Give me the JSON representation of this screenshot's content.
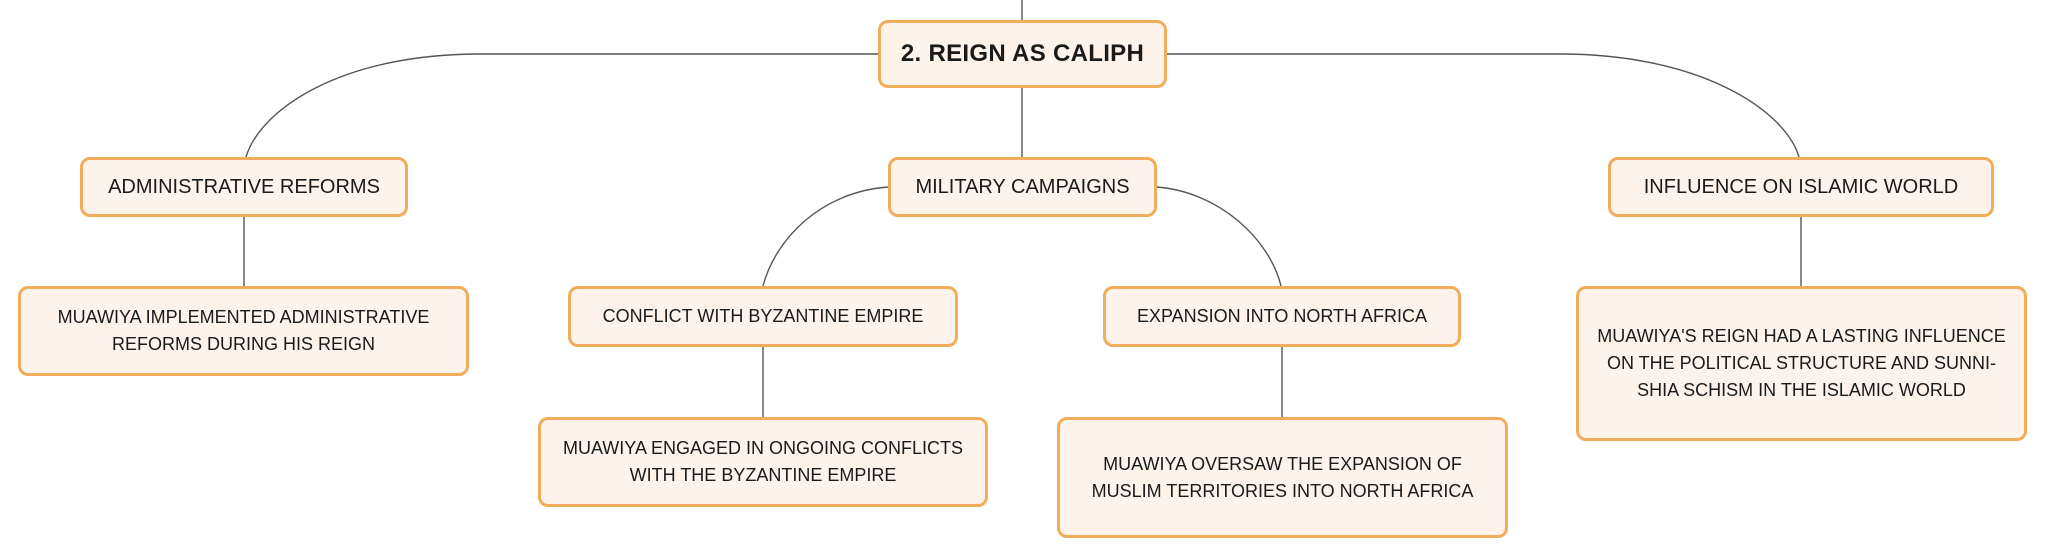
{
  "diagram": {
    "root": {
      "label": "2. REIGN AS CALIPH"
    },
    "branches": [
      {
        "label": "ADMINISTRATIVE REFORMS",
        "children": [
          {
            "label": "MUAWIYA IMPLEMENTED ADMINISTRATIVE REFORMS DURING HIS REIGN"
          }
        ]
      },
      {
        "label": "MILITARY CAMPAIGNS",
        "children": [
          {
            "label": "CONFLICT WITH BYZANTINE EMPIRE",
            "children": [
              {
                "label": "MUAWIYA ENGAGED IN ONGOING CONFLICTS WITH THE BYZANTINE EMPIRE"
              }
            ]
          },
          {
            "label": "EXPANSION INTO NORTH AFRICA",
            "children": [
              {
                "label": "MUAWIYA OVERSAW THE EXPANSION OF MUSLIM TERRITORIES INTO NORTH AFRICA"
              }
            ]
          }
        ]
      },
      {
        "label": "INFLUENCE ON ISLAMIC WORLD",
        "children": [
          {
            "label": "MUAWIYA'S REIGN HAD A LASTING INFLUENCE ON THE POLITICAL STRUCTURE AND SUNNI-SHIA SCHISM IN THE ISLAMIC WORLD"
          }
        ]
      }
    ],
    "colors": {
      "node_border": "#f2ad5b",
      "node_fill": "#fdf3ea",
      "connector": "#555555"
    }
  }
}
